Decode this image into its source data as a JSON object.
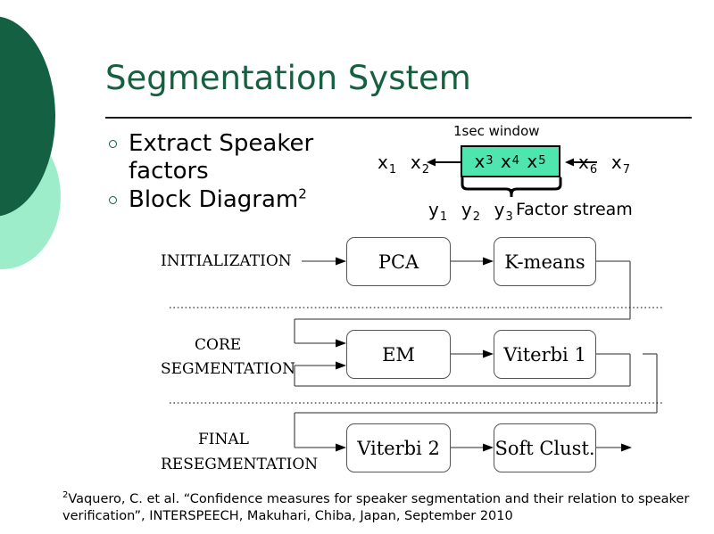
{
  "slide": {
    "title": "Segmentation System",
    "title_color": "#14603F",
    "background": "#ffffff"
  },
  "decor": {
    "dark_circle_color": "#136043",
    "light_circle_color": "#9DEDCB"
  },
  "bullets": [
    {
      "text": "Extract Speaker factors",
      "marker": "hollow-circle"
    },
    {
      "text": "Block Diagram",
      "superscript": "2",
      "marker": "hollow-circle"
    }
  ],
  "window_diagram": {
    "window_label": "1sec window",
    "box_fill": "#4FE5AE",
    "box_tokens": "x₃ x₄ x₅",
    "left_tokens": "x₁ x₂",
    "right_tokens": "x₆ x₇",
    "brace_tokens": "y₁ y₂ y₃",
    "stream_label": "Factor stream",
    "arrow_left_name": "arrow-out-left",
    "arrow_right_name": "arrow-in-right"
  },
  "block_diagram": {
    "rows": [
      {
        "label_lines": [
          "INITIALIZATION"
        ],
        "blocks": [
          "PCA",
          "K-means"
        ]
      },
      {
        "label_lines": [
          "CORE",
          "SEGMENTATION"
        ],
        "blocks": [
          "EM",
          "Viterbi 1"
        ]
      },
      {
        "label_lines": [
          "FINAL",
          "RESEGMENTATION"
        ],
        "blocks": [
          "Viterbi 2",
          "Soft Clust."
        ]
      }
    ],
    "separators": 2,
    "line_color": "#555555"
  },
  "footnote": {
    "marker": "2",
    "text": "Vaquero, C. et al. “Confidence measures for speaker segmentation and their relation to speaker verification”, INTERSPEECH, Makuhari, Chiba, Japan, September 2010"
  }
}
